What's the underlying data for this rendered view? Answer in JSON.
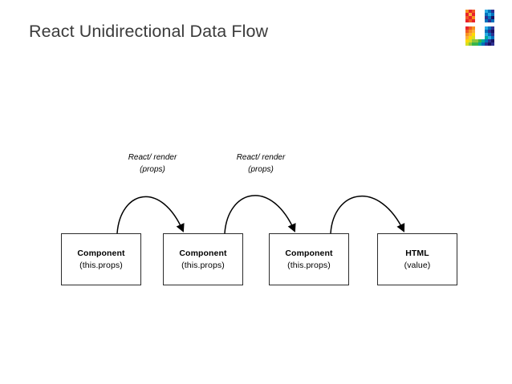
{
  "slide": {
    "title": "React Unidirectional Data Flow",
    "background_color": "#ffffff",
    "title_color": "#3b3b3b"
  },
  "logo": {
    "name": "pixelated-rainbow-u-logo",
    "description": "pixel-mosaic letter u with two dots",
    "colors": [
      "#e8232a",
      "#f05a24",
      "#f7931e",
      "#fbb03b",
      "#ffd800",
      "#8dc63f",
      "#39b54a",
      "#00a99d",
      "#0071bc",
      "#2e3192",
      "#1b1464"
    ]
  },
  "diagram": {
    "type": "flow",
    "nodes": [
      {
        "id": "node-1",
        "title": "Component",
        "subtitle": "(this.props)"
      },
      {
        "id": "node-2",
        "title": "Component",
        "subtitle": "(this.props)"
      },
      {
        "id": "node-3",
        "title": "Component",
        "subtitle": "(this.props)"
      },
      {
        "id": "node-4",
        "title": "HTML",
        "subtitle": "(value)"
      }
    ],
    "edges": [
      {
        "id": "edge-1",
        "from": "node-1",
        "to": "node-2",
        "label_line1": "React/ render",
        "label_line2": "(props)"
      },
      {
        "id": "edge-2",
        "from": "node-2",
        "to": "node-3",
        "label_line1": "React/ render",
        "label_line2": "(props)"
      },
      {
        "id": "edge-3",
        "from": "node-3",
        "to": "node-4",
        "label_line1": "",
        "label_line2": ""
      }
    ],
    "stroke_color": "#000000",
    "box_border_color": "#2b2b2b"
  }
}
